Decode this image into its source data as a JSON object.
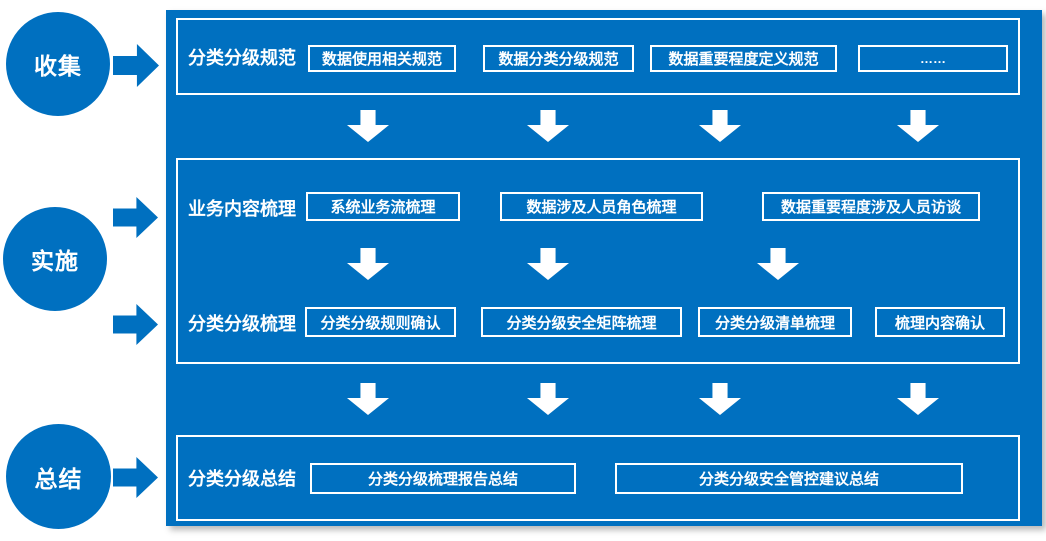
{
  "colors": {
    "primary_blue": "#0070C0",
    "text_white": "#ffffff"
  },
  "stages": [
    {
      "label": "收集"
    },
    {
      "label": "实施"
    },
    {
      "label": "总结"
    }
  ],
  "panel": {
    "row1": {
      "label": "分类分级规范",
      "boxes": [
        "数据使用相关规范",
        "数据分类分级规范",
        "数据重要程度定义规范",
        "……"
      ]
    },
    "row2": {
      "label": "业务内容梳理",
      "boxes": [
        "系统业务流梳理",
        "数据涉及人员角色梳理",
        "数据重要程度涉及人员访谈"
      ]
    },
    "row3": {
      "label": "分类分级梳理",
      "boxes": [
        "分类分级规则确认",
        "分类分级安全矩阵梳理",
        "分类分级清单梳理",
        "梳理内容确认"
      ]
    },
    "row4": {
      "label": "分类分级总结",
      "boxes": [
        "分类分级梳理报告总结",
        "分类分级安全管控建议总结"
      ]
    }
  }
}
